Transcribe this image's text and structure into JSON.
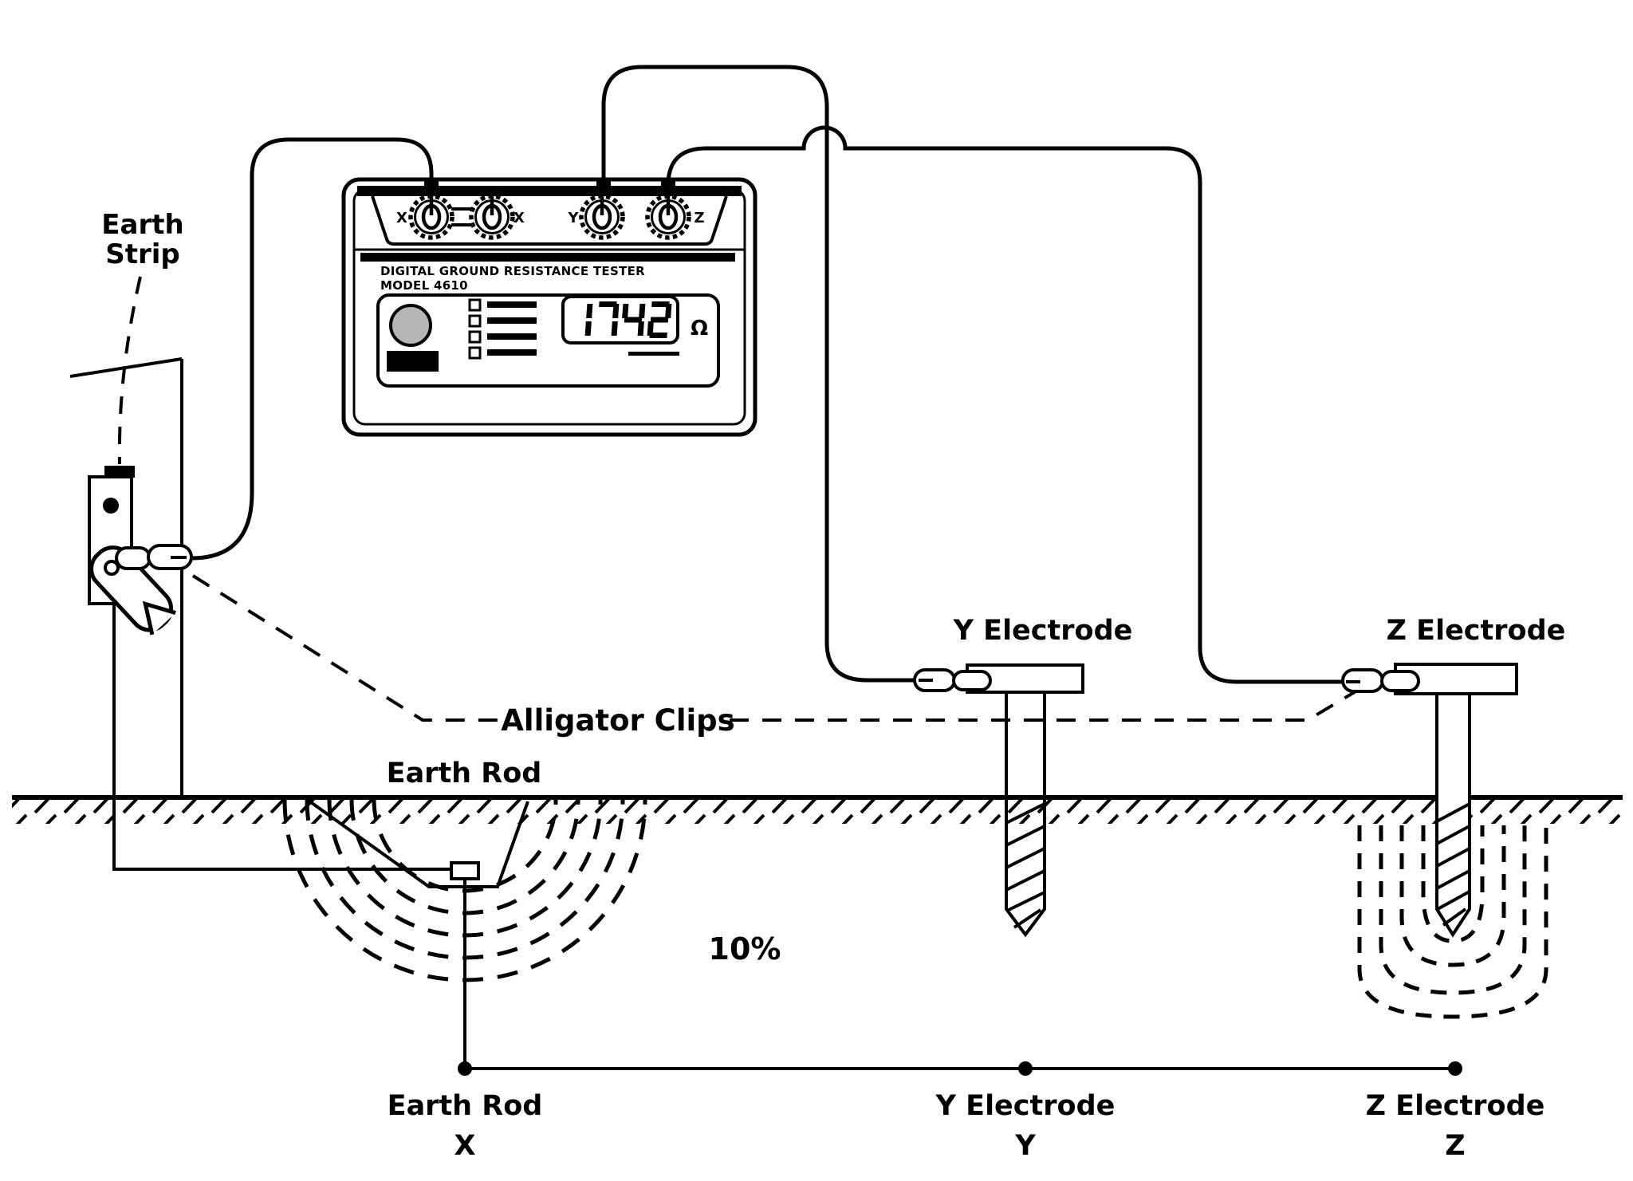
{
  "diagram": {
    "device": {
      "title": "DIGITAL GROUND RESISTANCE TESTER",
      "model": "MODEL 4610",
      "terminals": [
        "X",
        "X",
        "Y",
        "Z"
      ],
      "display_value": "1742",
      "display_unit": "Ω"
    },
    "labels": {
      "earth_strip_line1": "Earth",
      "earth_strip_line2": "Strip",
      "alligator_clips": "Alligator Clips",
      "earth_rod": "Earth Rod",
      "y_electrode": "Y Electrode",
      "z_electrode": "Z Electrode",
      "distance_percent": "10%"
    },
    "axis": {
      "points": [
        {
          "name": "Earth Rod",
          "letter": "X"
        },
        {
          "name": "Y Electrode",
          "letter": "Y"
        },
        {
          "name": "Z Electrode",
          "letter": "Z"
        }
      ]
    },
    "colors": {
      "ink": "#000000",
      "paper": "#ffffff",
      "knob_gray": "#b5b5b5"
    }
  }
}
